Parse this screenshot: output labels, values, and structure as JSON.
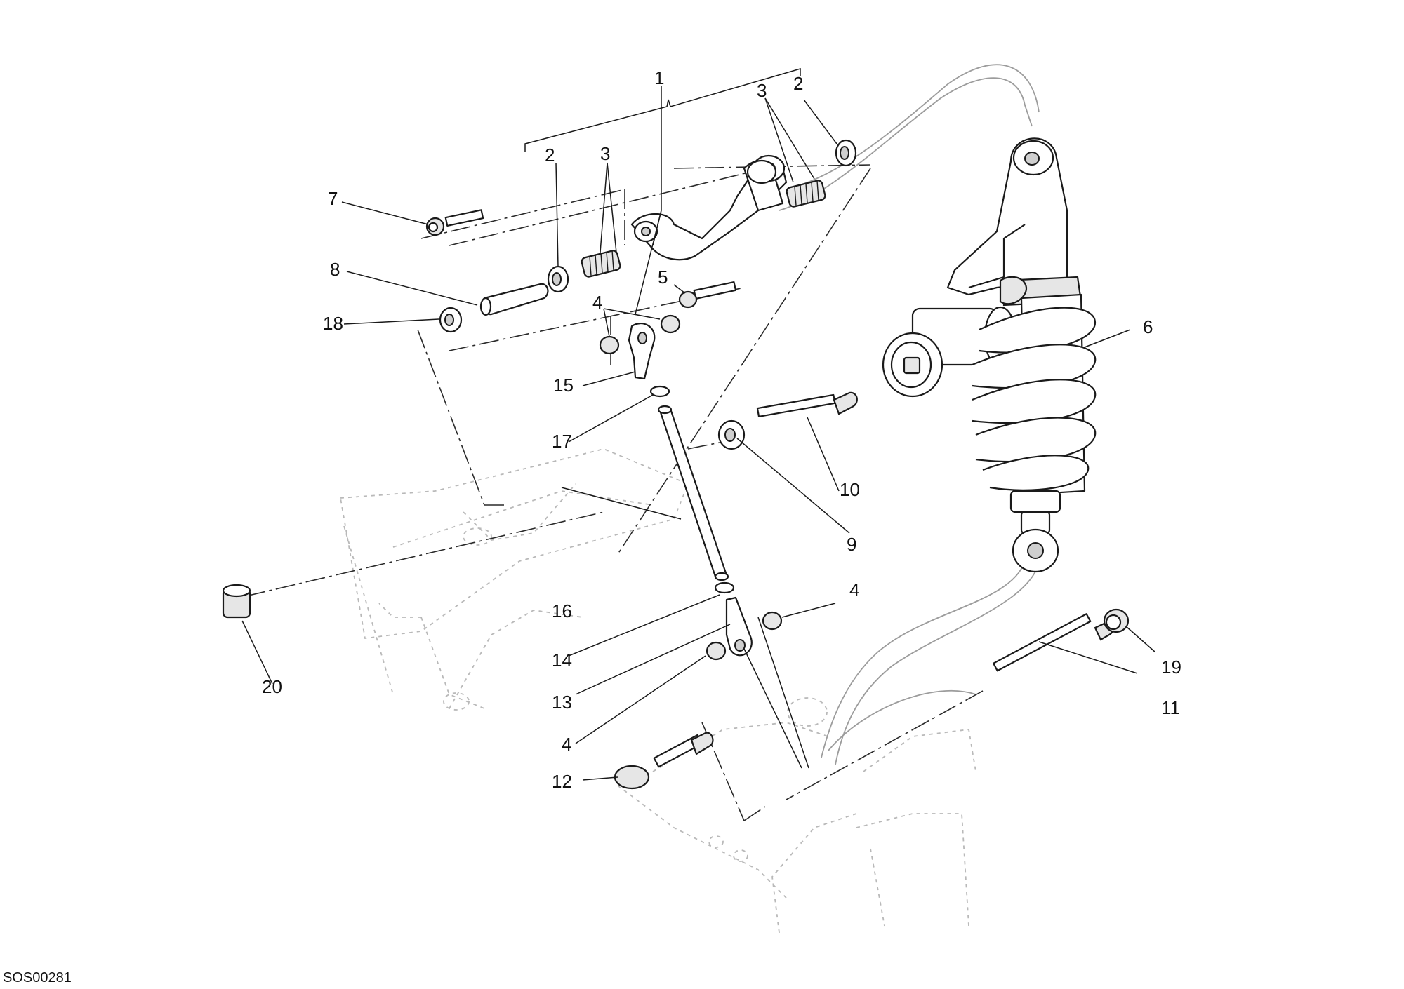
{
  "diagram_code": "SOS00281",
  "callouts": [
    {
      "id": "c1",
      "text": "1"
    },
    {
      "id": "c2a",
      "text": "2"
    },
    {
      "id": "c2b",
      "text": "2"
    },
    {
      "id": "c3a",
      "text": "3"
    },
    {
      "id": "c3b",
      "text": "3"
    },
    {
      "id": "c4a",
      "text": "4"
    },
    {
      "id": "c4b",
      "text": "4"
    },
    {
      "id": "c4c",
      "text": "4"
    },
    {
      "id": "c5",
      "text": "5"
    },
    {
      "id": "c6",
      "text": "6"
    },
    {
      "id": "c7",
      "text": "7"
    },
    {
      "id": "c8",
      "text": "8"
    },
    {
      "id": "c9",
      "text": "9"
    },
    {
      "id": "c10",
      "text": "10"
    },
    {
      "id": "c11",
      "text": "11"
    },
    {
      "id": "c12",
      "text": "12"
    },
    {
      "id": "c13",
      "text": "13"
    },
    {
      "id": "c14",
      "text": "14"
    },
    {
      "id": "c15",
      "text": "15"
    },
    {
      "id": "c16",
      "text": "16"
    },
    {
      "id": "c17",
      "text": "17"
    },
    {
      "id": "c18",
      "text": "18"
    },
    {
      "id": "c19",
      "text": "19"
    },
    {
      "id": "c20",
      "text": "20"
    }
  ]
}
